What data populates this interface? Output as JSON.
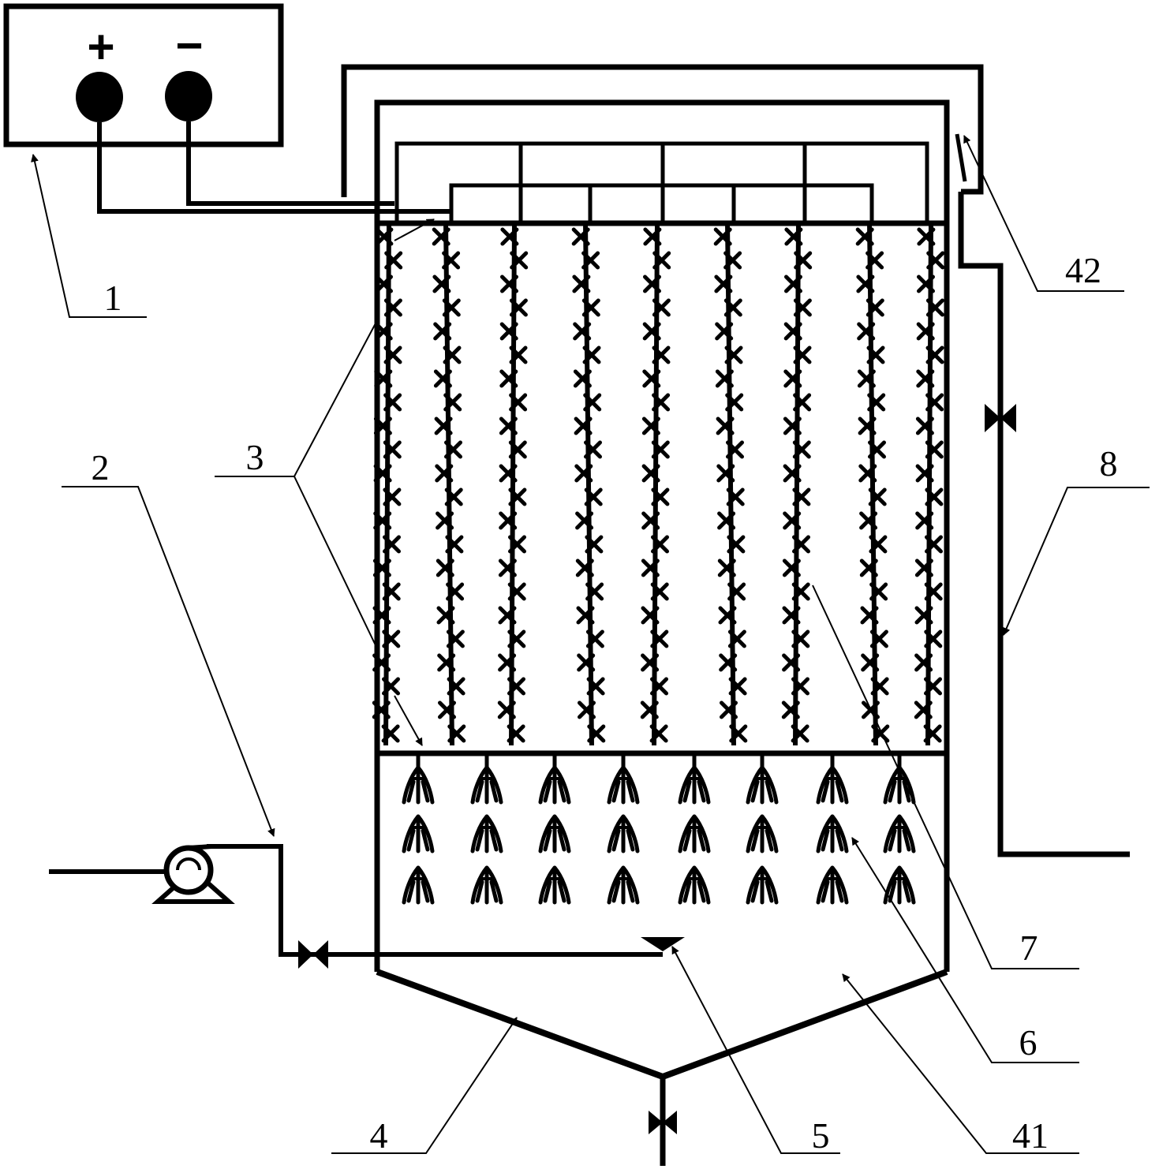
{
  "power_supply": {
    "positive_symbol": "+",
    "negative_symbol": "−"
  },
  "labels": [
    {
      "id": "1",
      "text": "1"
    },
    {
      "id": "2",
      "text": "2"
    },
    {
      "id": "3",
      "text": "3"
    },
    {
      "id": "4",
      "text": "4"
    },
    {
      "id": "5",
      "text": "5"
    },
    {
      "id": "6",
      "text": "6"
    },
    {
      "id": "7",
      "text": "7"
    },
    {
      "id": "8",
      "text": "8"
    },
    {
      "id": "41",
      "text": "41"
    },
    {
      "id": "42",
      "text": "42"
    }
  ]
}
